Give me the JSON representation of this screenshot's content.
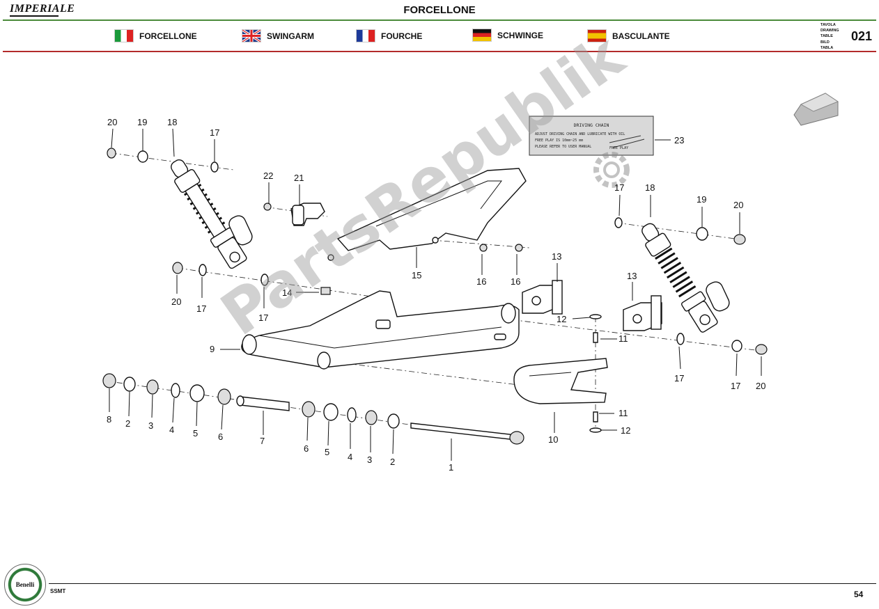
{
  "header": {
    "brand": "IMPERIALE",
    "title": "FORCELLONE",
    "languages": [
      {
        "flag": "flag-it-icon",
        "label": "FORCELLONE"
      },
      {
        "flag": "flag-uk-icon",
        "label": "SWINGARM"
      },
      {
        "flag": "flag-fr-icon",
        "label": "FOURCHE"
      },
      {
        "flag": "flag-de-icon",
        "label": "SCHWINGE"
      },
      {
        "flag": "flag-es-icon",
        "label": "BASCULANTE"
      }
    ],
    "reference_labels": [
      "TAVOLA",
      "DRAWING",
      "TABLE",
      "BILD",
      "TABLA"
    ],
    "table_number": "021"
  },
  "decal": {
    "title": "DRIVING CHAIN",
    "lines": [
      "ADJUST DRIVING CHAIN AND LUBRICATE WITH OIL",
      "FREE PLAY IS 10mm~25 mm",
      "PLEASE REFER TO USER MANUAL"
    ],
    "inset_label": "FREE PLAY"
  },
  "callouts": {
    "c1": "1",
    "c2a": "2",
    "c2b": "2",
    "c3a": "3",
    "c3b": "3",
    "c4a": "4",
    "c4b": "4",
    "c5a": "5",
    "c5b": "5",
    "c6a": "6",
    "c6b": "6",
    "c7": "7",
    "c8": "8",
    "c9": "9",
    "c10": "10",
    "c11a": "11",
    "c11b": "11",
    "c12a": "12",
    "c12b": "12",
    "c13a": "13",
    "c13b": "13",
    "c14": "14",
    "c15": "15",
    "c16a": "16",
    "c16b": "16",
    "c17a": "17",
    "c17b": "17",
    "c17c": "17",
    "c17d": "17",
    "c17e": "17",
    "c17f": "17",
    "c18a": "18",
    "c18b": "18",
    "c19a": "19",
    "c19b": "19",
    "c20a": "20",
    "c20b": "20",
    "c20c": "20",
    "c20d": "20",
    "c21": "21",
    "c22": "22",
    "c23": "23"
  },
  "watermark": "PartsRepublik",
  "footer": {
    "logo_text": "Benelli",
    "code": "SSMT",
    "page": "54"
  }
}
